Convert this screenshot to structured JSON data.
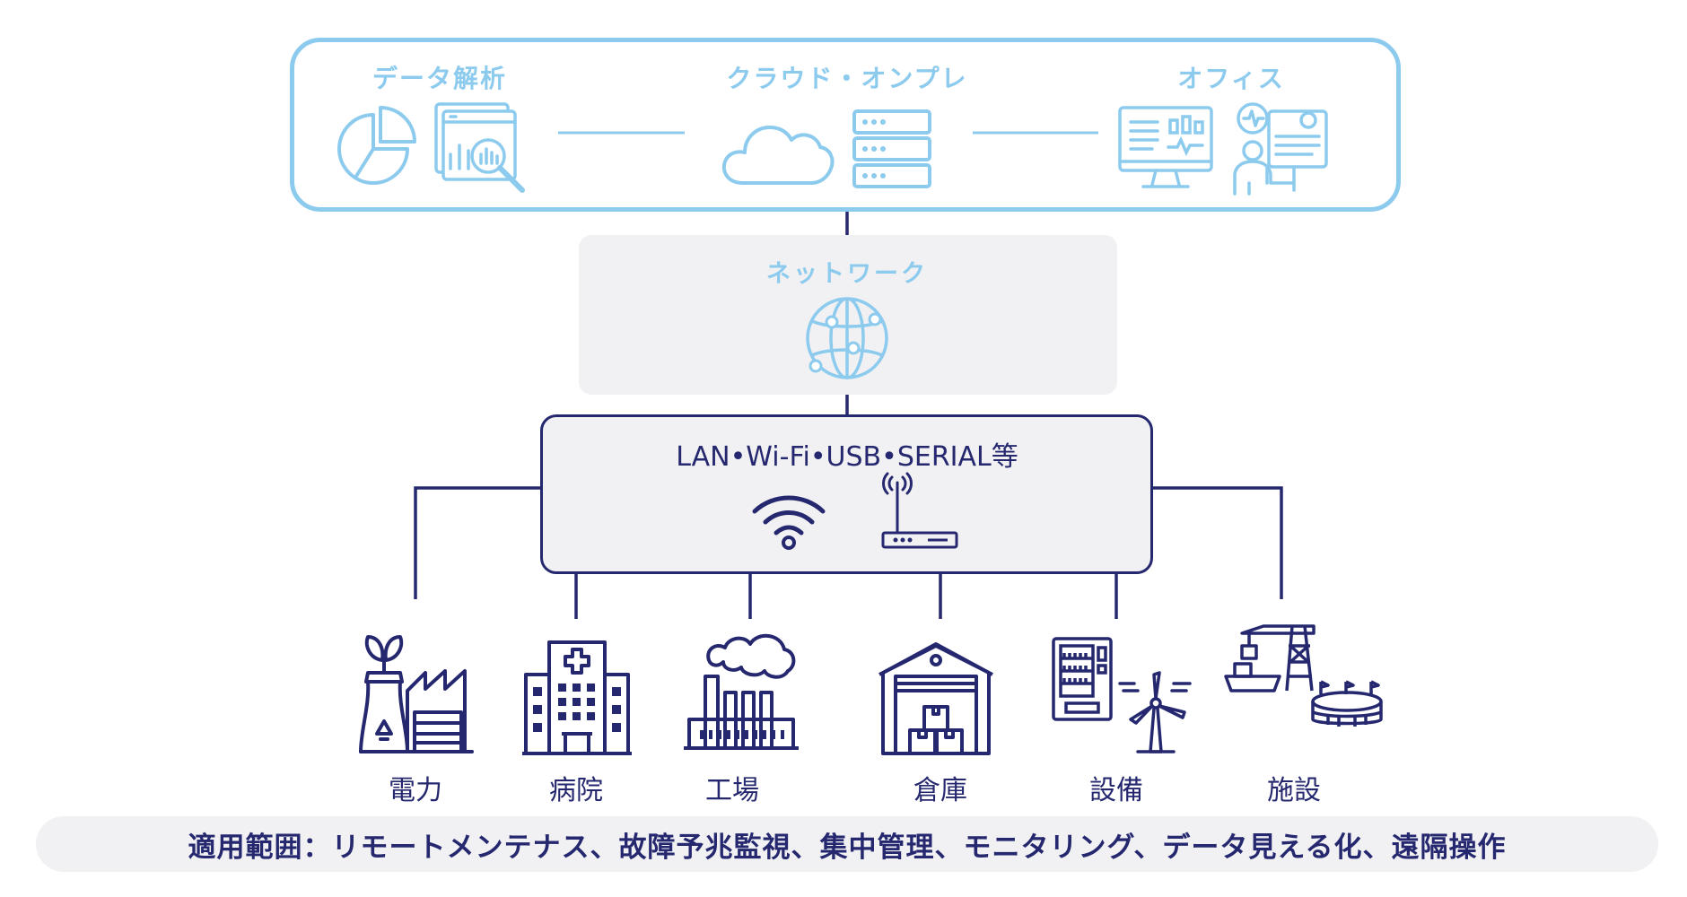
{
  "top": {
    "data_analysis_label": "データ解析",
    "cloud_label": "クラウド・オンプレ",
    "office_label": "オフィス"
  },
  "network": {
    "label": "ネットワーク"
  },
  "connectivity": {
    "label": "LAN•Wi-Fi•USB•SERIAL等"
  },
  "categories": [
    {
      "label": "電力"
    },
    {
      "label": "病院"
    },
    {
      "label": "工場"
    },
    {
      "label": "倉庫"
    },
    {
      "label": "設備"
    },
    {
      "label": "施設"
    }
  ],
  "footer": {
    "text": "適用範囲：リモートメンテナス、故障予兆監視、集中管理、モニタリング、データ見える化、遠隔操作"
  },
  "colors": {
    "light_blue": "#8ccbee",
    "navy": "#25286f",
    "panel_gray": "#f1f1f3"
  }
}
